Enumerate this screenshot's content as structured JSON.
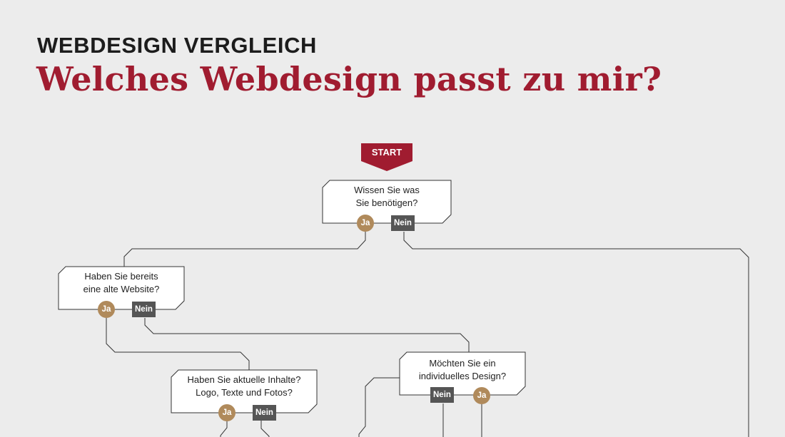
{
  "header": {
    "kicker": "WEBDESIGN VERGLEICH",
    "title": "Welches Webdesign passt zu mir?"
  },
  "start": {
    "label": "START"
  },
  "questions": [
    {
      "line1": "Wissen Sie was",
      "line2": "Sie benötigen?",
      "ja": "Ja",
      "nein": "Nein"
    },
    {
      "line1": "Haben Sie bereits",
      "line2": "eine alte Website?",
      "ja": "Ja",
      "nein": "Nein"
    },
    {
      "line1": "Haben Sie aktuelle Inhalte?",
      "line2": "Logo, Texte und Fotos?",
      "ja": "Ja",
      "nein": "Nein"
    },
    {
      "line1": "Möchten Sie ein",
      "line2": "individuelles Design?",
      "ja": "Ja",
      "nein": "Nein"
    }
  ],
  "colors": {
    "background": "#ececec",
    "accent": "#a01c30",
    "ja_badge": "#b08a5b",
    "nein_badge": "#555555",
    "line": "#333333"
  }
}
